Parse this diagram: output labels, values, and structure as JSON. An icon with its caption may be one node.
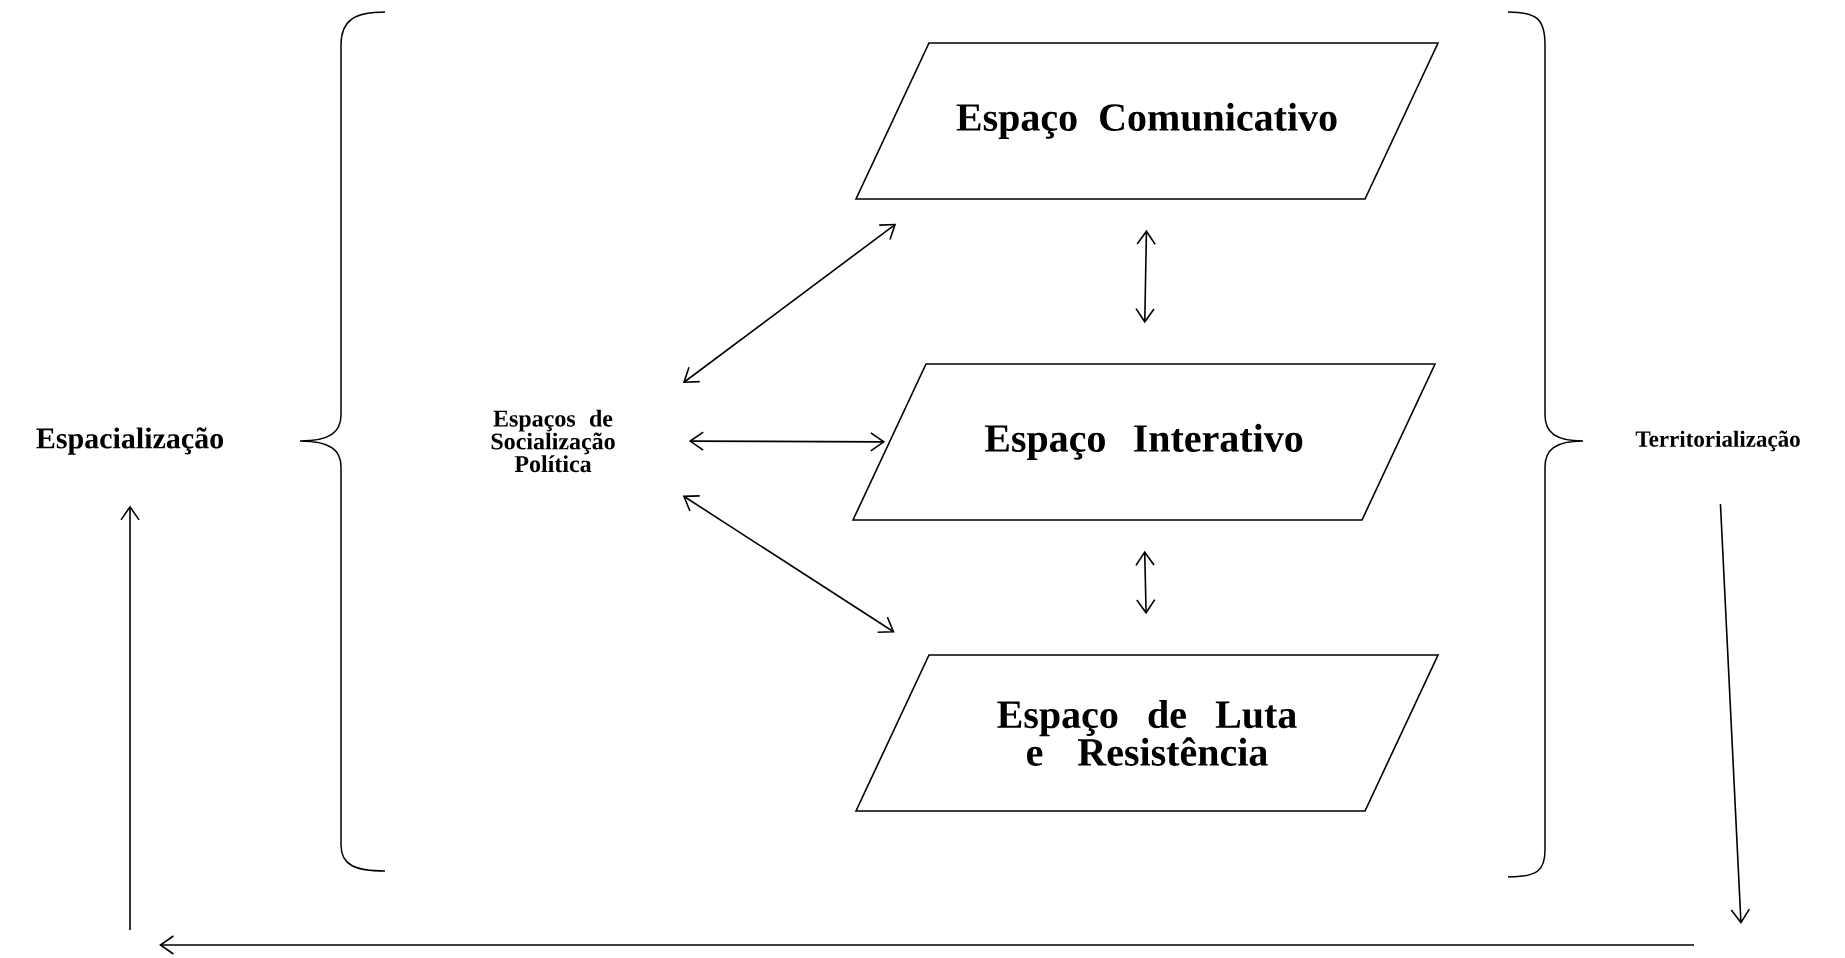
{
  "diagram": {
    "nodes": [
      {
        "text": [
          "Espacialização"
        ]
      },
      {
        "text": [
          "Espaços de Socialização Política"
        ]
      },
      {
        "text": [
          "Espaço Comunicativo"
        ]
      },
      {
        "text": [
          "Espaço Interativo"
        ]
      },
      {
        "text": [
          "Espaço de Luta e Resistência"
        ]
      },
      {
        "text": [
          "Territorialização"
        ]
      }
    ],
    "edges": [
      {
        "from": 1,
        "to": 2,
        "arrow": "both"
      },
      {
        "from": 1,
        "to": 3,
        "arrow": "both"
      },
      {
        "from": 1,
        "to": 4,
        "arrow": "both"
      },
      {
        "from": 2,
        "to": 3,
        "arrow": "both"
      },
      {
        "from": 3,
        "to": 4,
        "arrow": "both"
      },
      {
        "from": 5,
        "to": null,
        "arrow": "to"
      },
      {
        "from": null,
        "to": 0,
        "arrow": "to"
      }
    ]
  }
}
